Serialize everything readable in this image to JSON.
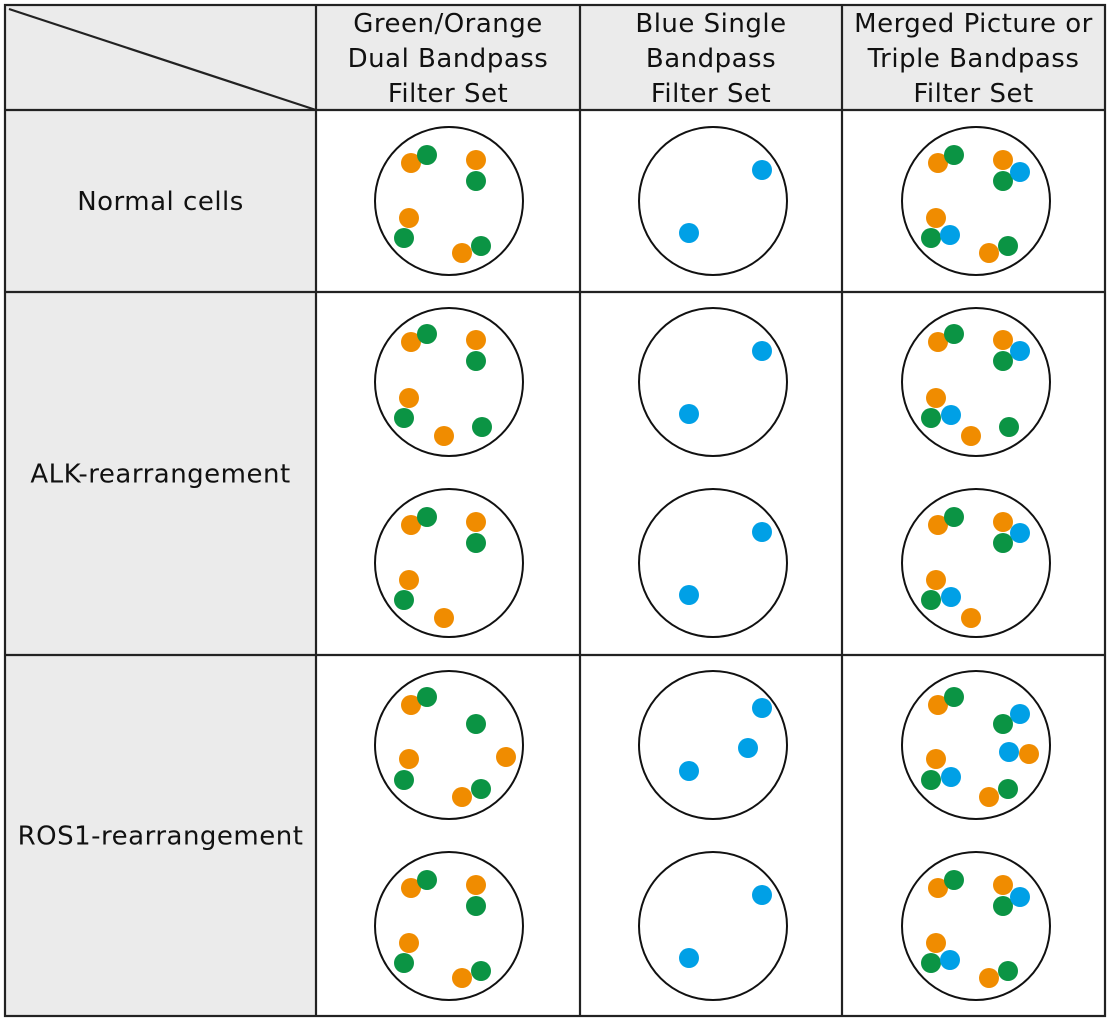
{
  "colors": {
    "header_bg": "#ebebeb",
    "border": "#222222",
    "cell_outline": "#111111",
    "green": "#0b9444",
    "orange": "#f08c00",
    "blue": "#00a0e6"
  },
  "columns": [
    {
      "lines": [
        "Green/Orange",
        "Dual Bandpass",
        "Filter Set"
      ]
    },
    {
      "lines": [
        "Blue Single",
        "Bandpass",
        "Filter Set"
      ]
    },
    {
      "lines": [
        "Merged Picture or",
        "Triple Bandpass",
        "Filter Set"
      ]
    }
  ],
  "rows": [
    {
      "label": "Normal cells",
      "cells": [
        {
          "green_orange": [
            [
              "orange",
              "green"
            ],
            [
              "orange",
              "green"
            ],
            [
              "orange",
              "green"
            ],
            [
              "orange",
              "green"
            ]
          ],
          "blue": 2,
          "merged": [
            [
              "orange",
              "green"
            ],
            [
              "orange",
              "green",
              "blue"
            ],
            [
              "orange",
              "green",
              "blue"
            ],
            [
              "orange",
              "green"
            ]
          ]
        }
      ]
    },
    {
      "label": "ALK-rearrangement",
      "cells": [
        {
          "green_orange": "split-one",
          "blue": 2,
          "merged": "split-one"
        },
        {
          "green_orange": "deleted-green",
          "blue": 2,
          "merged": "deleted-green"
        }
      ]
    },
    {
      "label": "ROS1-rearrangement",
      "cells": [
        {
          "green_orange": "split-one",
          "blue": 3,
          "merged": "split-one"
        },
        {
          "green_orange": "normal",
          "blue": 2,
          "merged": "normal"
        }
      ]
    }
  ]
}
